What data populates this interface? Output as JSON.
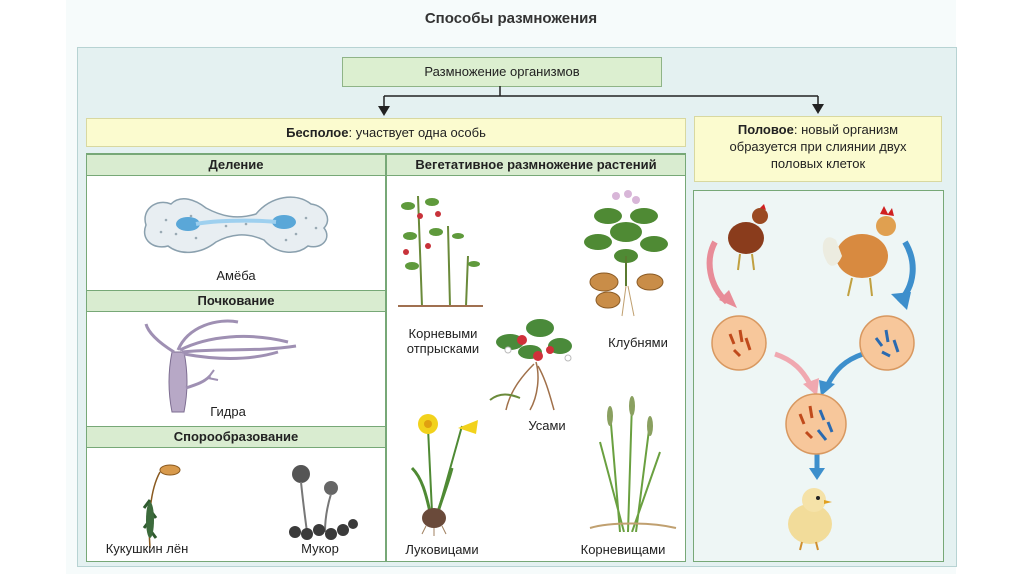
{
  "title": "Способы размножения",
  "root": "Размножение организмов",
  "asexual": {
    "term": "Бесполое",
    "desc": ": участвует одна особь"
  },
  "sexual": {
    "term": "Половое",
    "desc": ": новый организм образуется при слиянии двух половых клеток"
  },
  "fission": {
    "header": "Деление",
    "label": "Амёба"
  },
  "budding": {
    "header": "Почкование",
    "label": "Гидра"
  },
  "spores": {
    "header": "Спорообразование",
    "label_a": "Кукушкин лён",
    "label_b": "Мукор"
  },
  "vegetative": {
    "header": "Вегетативное размножение растений",
    "root_suckers": "Корневыми отпрысками",
    "tubers": "Клубнями",
    "runners": "Усами",
    "bulbs": "Луковицами",
    "rhizomes": "Корневищами"
  },
  "colors": {
    "green_box": "#dcefd0",
    "yellow_box": "#fbfbcf",
    "panel": "#e4f1f1",
    "arrow_pink": "#e88c98",
    "arrow_blue": "#3d8fcc",
    "cell": "#f7c79b"
  },
  "icons": [
    "amoeba",
    "hydra",
    "moss",
    "mucor",
    "raspberry-plant",
    "potato-plant",
    "strawberry",
    "narcissus",
    "couch-grass",
    "hen",
    "rooster",
    "cell",
    "chick"
  ]
}
